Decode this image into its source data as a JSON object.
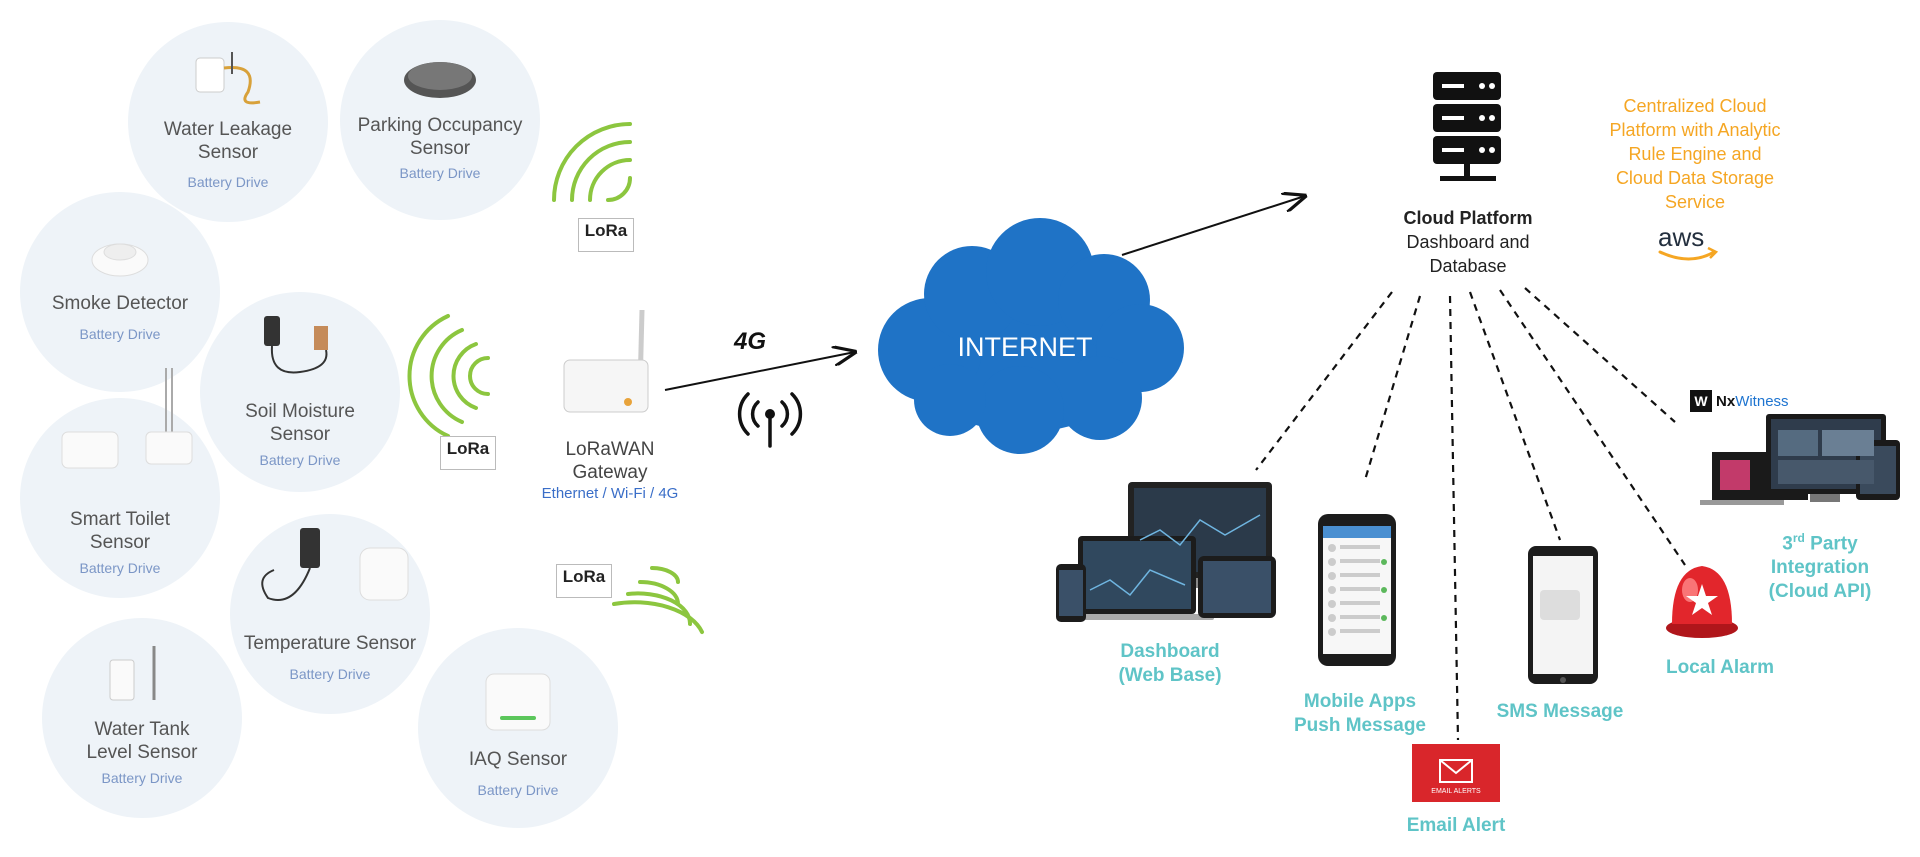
{
  "sensors": [
    {
      "name": "Water Leakage Sensor",
      "line1": "Water Leakage",
      "line2": "Sensor",
      "drive": "Battery Drive"
    },
    {
      "name": "Parking Occupancy Sensor",
      "line1": "Parking Occupancy",
      "line2": "Sensor",
      "drive": "Battery Drive"
    },
    {
      "name": "Smoke Detector",
      "line1": "Smoke Detector",
      "line2": "",
      "drive": "Battery Drive"
    },
    {
      "name": "Soil Moisture Sensor",
      "line1": "Soil Moisture",
      "line2": "Sensor",
      "drive": "Battery Drive"
    },
    {
      "name": "Smart Toilet Sensor",
      "line1": "Smart Toilet",
      "line2": "Sensor",
      "drive": "Battery Drive"
    },
    {
      "name": "Temperature Sensor",
      "line1": "Temperature  Sensor",
      "line2": "",
      "drive": "Battery Drive"
    },
    {
      "name": "Water Tank Level Sensor",
      "line1": "Water Tank",
      "line2": "Level  Sensor",
      "drive": "Battery Drive"
    },
    {
      "name": "IAQ Sensor",
      "line1": "IAQ Sensor",
      "line2": "",
      "drive": "Battery Drive"
    }
  ],
  "lora_label": "LoRa",
  "gateway": {
    "line1": "LoRaWAN",
    "line2": "Gateway",
    "connectivity": "Ethernet / Wi-Fi / 4G"
  },
  "cellular_label": "4G",
  "internet_label": "INTERNET",
  "cloud": {
    "title": "Cloud Platform",
    "line2": "Dashboard and",
    "line3": "Database"
  },
  "aws": {
    "lines": [
      "Centralized Cloud",
      "Platform with Analytic",
      "Rule Engine and",
      "Cloud Data Storage",
      "Service"
    ],
    "logo": "aws",
    "accent": "#f5a623"
  },
  "outputs": {
    "dashboard": {
      "line1": "Dashboard",
      "line2": "(Web Base)"
    },
    "mobile": {
      "line1": "Mobile Apps",
      "line2": "Push Message"
    },
    "email": {
      "label": "Email Alert",
      "badge": "EMAIL ALERTS"
    },
    "sms": {
      "label": "SMS Message"
    },
    "alarm": {
      "label": "Local Alarm"
    },
    "third_party": {
      "sup": "rd",
      "line1a": "3",
      "line1b": " Party",
      "line2": "Integration",
      "line3": "(Cloud API)",
      "brand_mark": "W",
      "brand_nx": "Nx",
      "brand_witness": "Witness"
    }
  },
  "colors": {
    "teal": "#5fc4c7",
    "cloud_blue": "#1f73c6",
    "lora_green": "#8cc63f",
    "sensor_circle": "#eef3f8",
    "drive_blue": "#7b96c6"
  }
}
